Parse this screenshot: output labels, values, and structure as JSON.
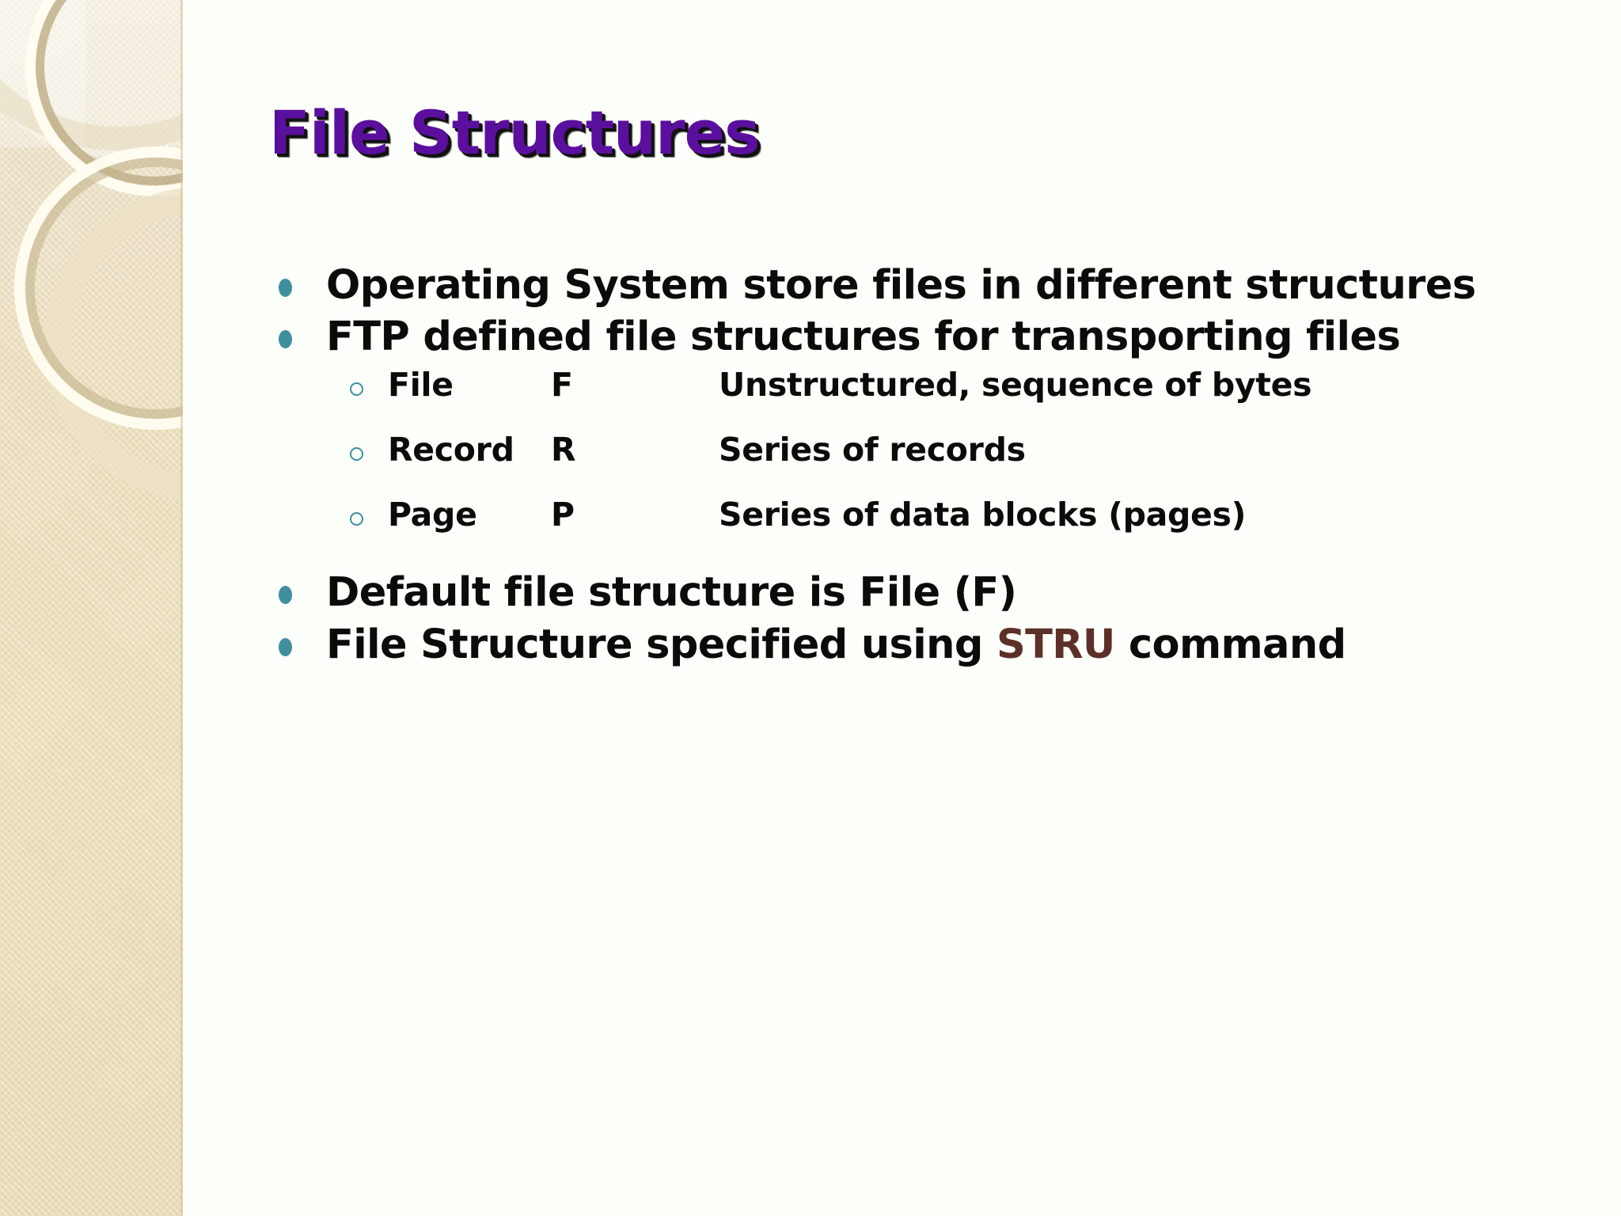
{
  "slide": {
    "title": "File Structures",
    "colors": {
      "title": "#5b0f9e",
      "title_shadow": "#111111",
      "bullet": "#3f8f9e",
      "body_text": "#0b0b0b",
      "keyword": "#5c3028",
      "band": "#ecdfbf",
      "background": "#fdfffa"
    },
    "bullets": [
      {
        "text": "Operating System store files in different structures"
      },
      {
        "text": "FTP defined file structures for transporting files"
      },
      {
        "text": "Default file structure is File (F)"
      }
    ],
    "last_bullet": {
      "before": "File Structure specified using ",
      "keyword": "STRU",
      "after": " command"
    },
    "sub_items": [
      {
        "name": "File",
        "code": "F",
        "desc": "Unstructured, sequence of bytes"
      },
      {
        "name": "Record",
        "code": "R",
        "desc": "Series of records"
      },
      {
        "name": "Page",
        "code": "P",
        "desc": "Series of data blocks (pages)"
      }
    ]
  }
}
